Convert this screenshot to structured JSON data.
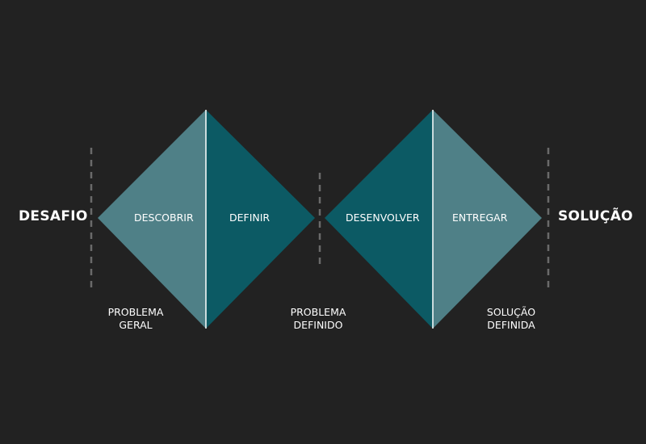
{
  "start_label": "DESAFIO",
  "end_label": "SOLUÇÃO",
  "phases": [
    "DESCOBRIR",
    "DEFINIR",
    "DESENVOLVER",
    "ENTREGAR"
  ],
  "milestones": [
    "PROBLEMA\nGERAL",
    "PROBLEMA\nDEFINIDO",
    "SOLUÇÃO\nDEFINIDA"
  ],
  "colors": {
    "background": "#222222",
    "light_teal": "#4f8087",
    "dark_teal": "#0c5a64",
    "divider": "#6a6a6a",
    "text": "#ffffff"
  }
}
